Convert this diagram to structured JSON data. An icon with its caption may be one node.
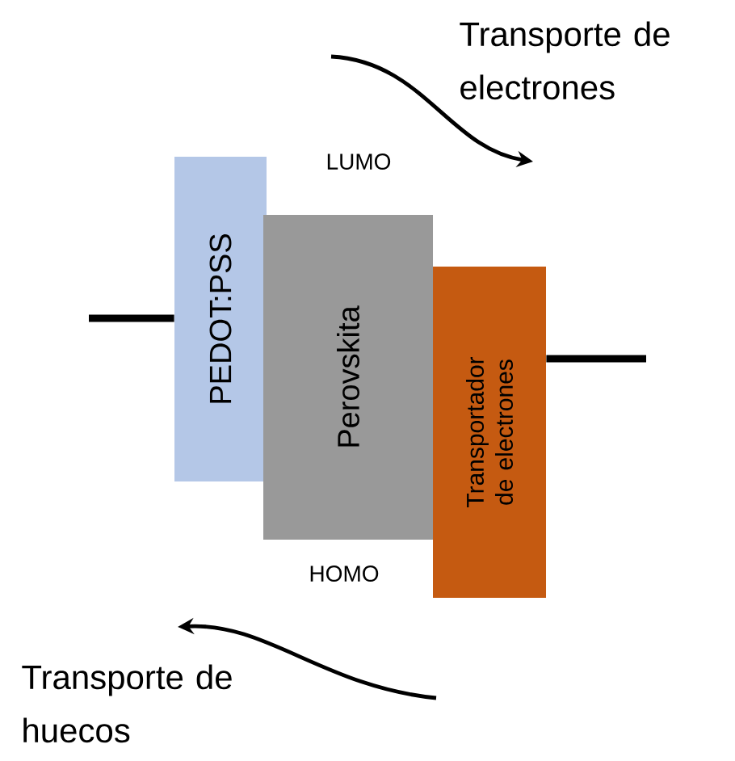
{
  "diagram": {
    "nodes": [
      {
        "text": [
          "PEDOT:PSS"
        ]
      },
      {
        "text": [
          "Perovskita"
        ]
      },
      {
        "text": [
          "Transportador de electrones"
        ]
      }
    ],
    "edges": [
      {
        "from": null,
        "to": 0,
        "arrow": "none"
      },
      {
        "from": null,
        "to": 2,
        "arrow": "none"
      }
    ],
    "labels": [
      "Transporte de electrones",
      "LUMO",
      "HOMO",
      "Transporte de huecos"
    ]
  }
}
